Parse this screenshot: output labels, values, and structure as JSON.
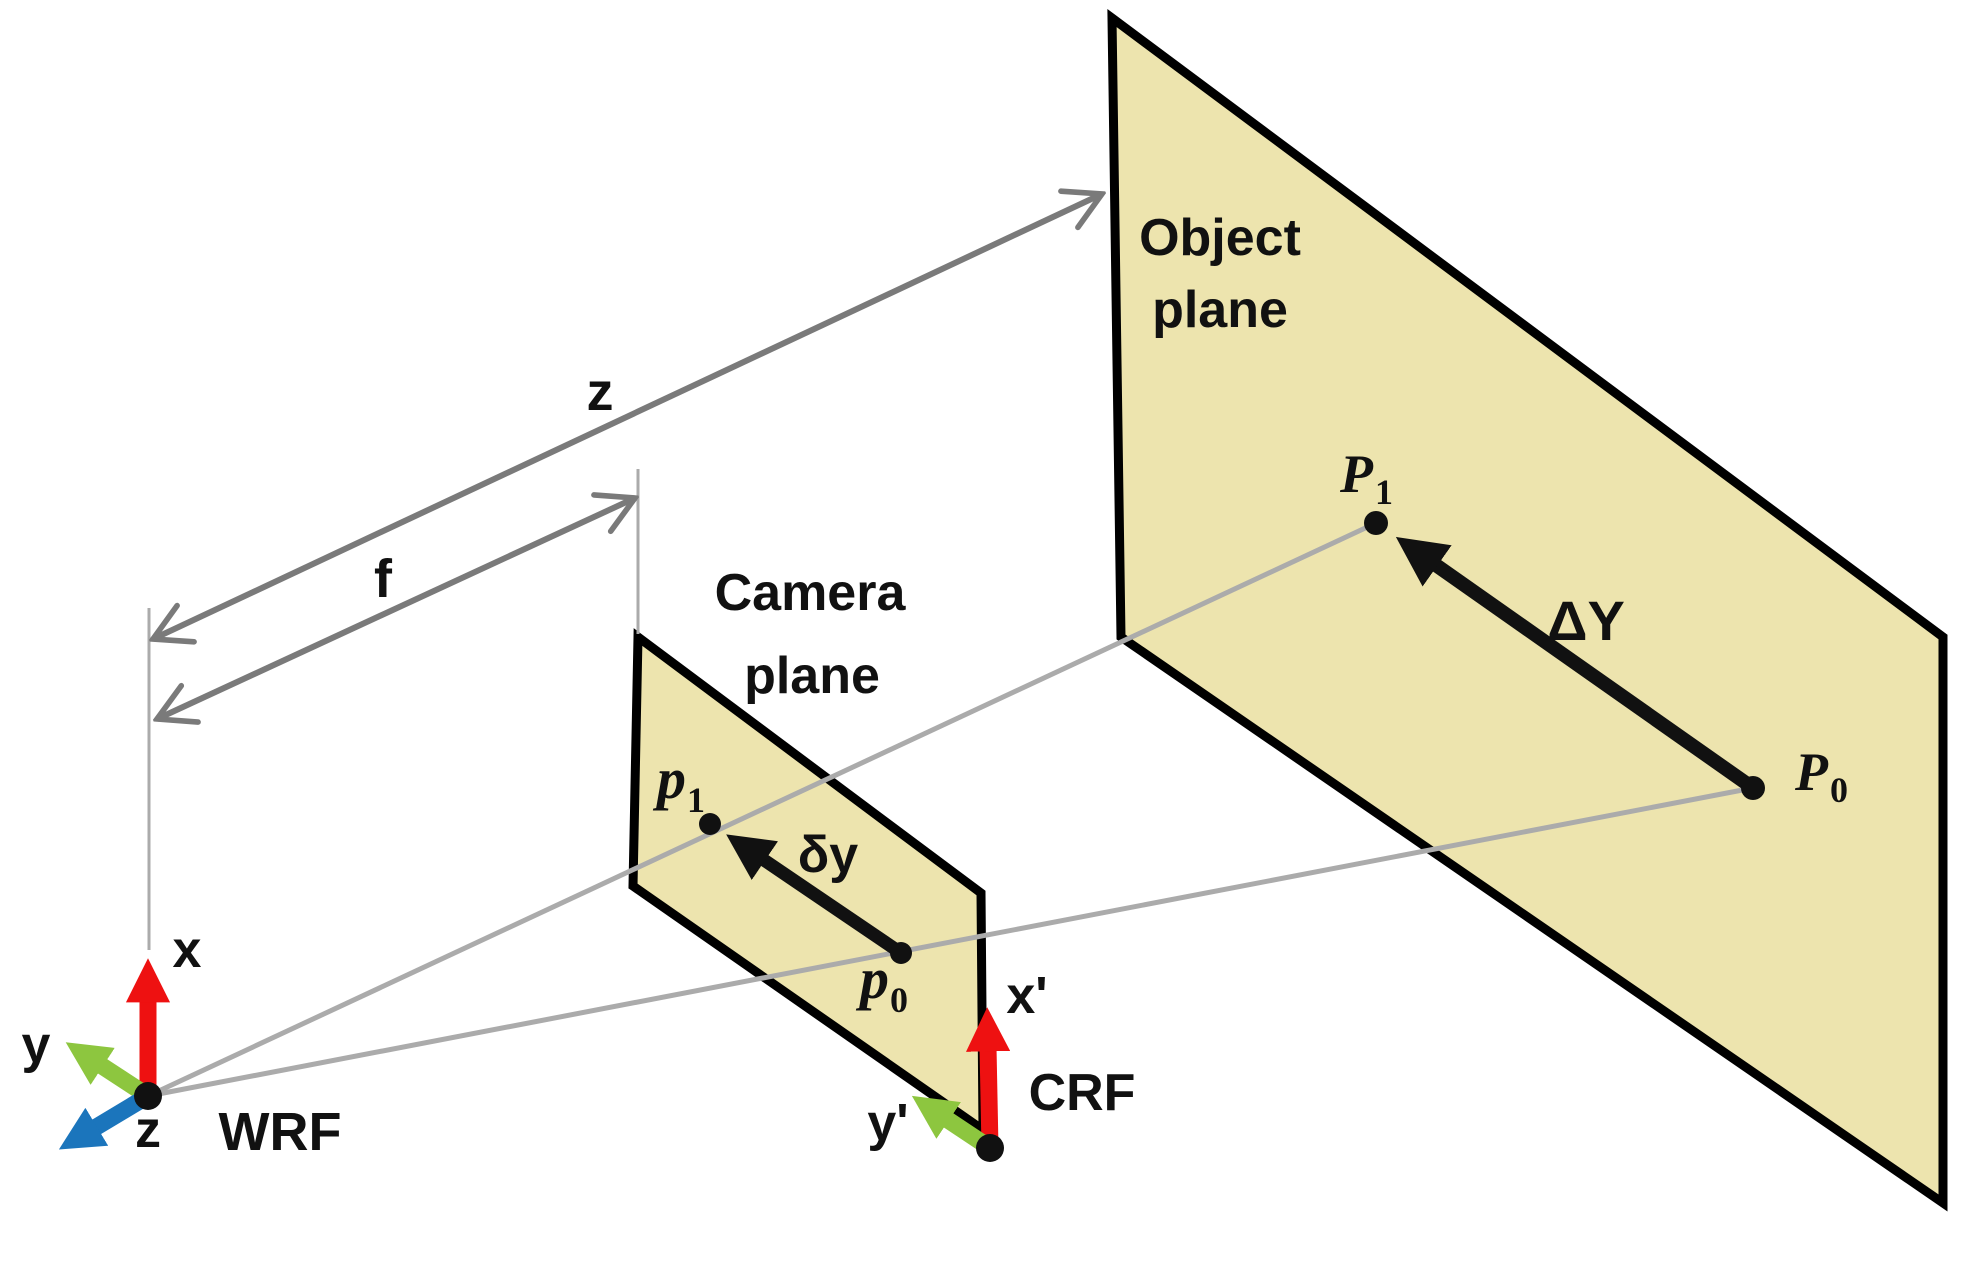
{
  "diagram": {
    "object_plane": {
      "label_line1": "Object",
      "label_line2": "plane"
    },
    "camera_plane": {
      "label_line1": "Camera",
      "label_line2": "plane"
    },
    "dimensions": {
      "z": "z",
      "f": "f"
    },
    "displacements": {
      "object": "ΔY",
      "image": "δy"
    },
    "points": {
      "P1": {
        "main": "P",
        "sub": "1"
      },
      "P0": {
        "main": "P",
        "sub": "0"
      },
      "p1": {
        "main": "p",
        "sub": "1"
      },
      "p0": {
        "main": "p",
        "sub": "0"
      }
    },
    "world_frame": {
      "label": "WRF",
      "axis_x": "x",
      "axis_y": "y",
      "axis_z": "z"
    },
    "camera_frame": {
      "label": "CRF",
      "axis_x": "x'",
      "axis_y": "y'"
    },
    "colors": {
      "plane_fill": "#EDE4AE",
      "plane_border": "#000000",
      "ray_gray": "#ABABAB",
      "dimension_gray": "#7A7A7A",
      "axis_x_red": "#EE1111",
      "axis_y_green": "#8DC63F",
      "axis_z_blue": "#1B75BC",
      "arrow_black": "#111111"
    }
  }
}
